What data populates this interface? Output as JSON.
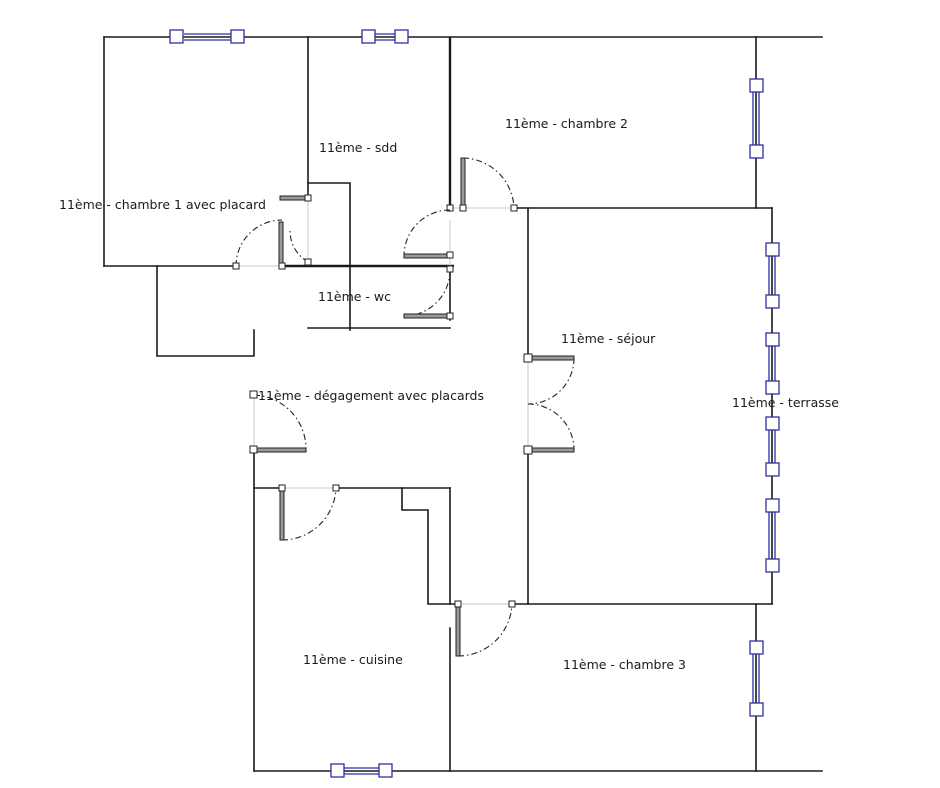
{
  "rooms": {
    "chambre1": "11ème - chambre 1 avec placard",
    "sdd": "11ème - sdd",
    "chambre2": "11ème - chambre 2",
    "wc": "11ème - wc",
    "sejour": "11ème - séjour",
    "degagement": "11ème - dégagement avec placards",
    "terrasse": "11ème - terrasse",
    "cuisine": "11ème - cuisine",
    "chambre3": "11ème - chambre 3"
  },
  "colors": {
    "wall": "#1a1a1a",
    "window": "#2c2f9e",
    "background": "#ffffff"
  }
}
